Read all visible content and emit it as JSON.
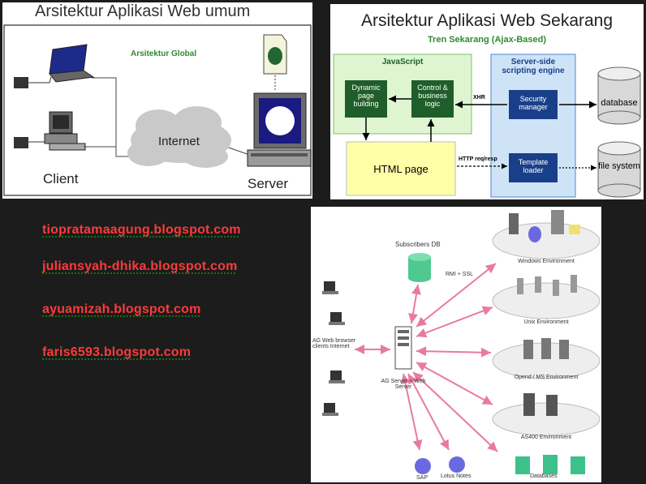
{
  "panel_general": {
    "title": "Arsitektur Aplikasi Web umum",
    "subtitle": "Arsitektur Global",
    "internet_label": "Internet",
    "client_label": "Client",
    "server_label": "Server"
  },
  "panel_ajax": {
    "title": "Arsitektur Aplikasi Web Sekarang",
    "subtitle": "Tren Sekarang (Ajax-Based)",
    "javascript_label": "JavaScript",
    "server_side_label": "Server-side scripting engine",
    "dynamic_label": "Dynamic page building",
    "control_label": "Control & business logic",
    "html_page_label": "HTML page",
    "security_label": "Security manager",
    "template_label": "Template loader",
    "database_label": "database",
    "file_system_label": "file system",
    "xhr_label": "XHR",
    "http_label": "HTTP req/resp",
    "colors": {
      "green_box": "#dff5d2",
      "blue_box": "#cfe3f7",
      "yellow_box": "#ffffa8",
      "dark_box": "#1f5e2a",
      "navy_box": "#1a3f8a"
    }
  },
  "links": [
    "tiopratamaagung.blogspot.com",
    "juliansyah-dhika.blogspot.com",
    "ayuamizah.blogspot.com",
    "faris6593.blogspot.com"
  ],
  "panel_ag": {
    "subscribers_db": "Subscribers DB",
    "rmi": "RMI + SSL",
    "clients_label": "AG Web browser clients Internet",
    "server_label": "AG Server + Web Server",
    "windows_env": "Windows Environment",
    "unix_env": "Unix Environment",
    "openend_env": "Opend / MS Environment",
    "as400_env": "AS400 Environment",
    "databases": "Databases",
    "sap": "SAP",
    "lotus": "Lotus Notes",
    "arrow_color": "#e87aa0"
  }
}
